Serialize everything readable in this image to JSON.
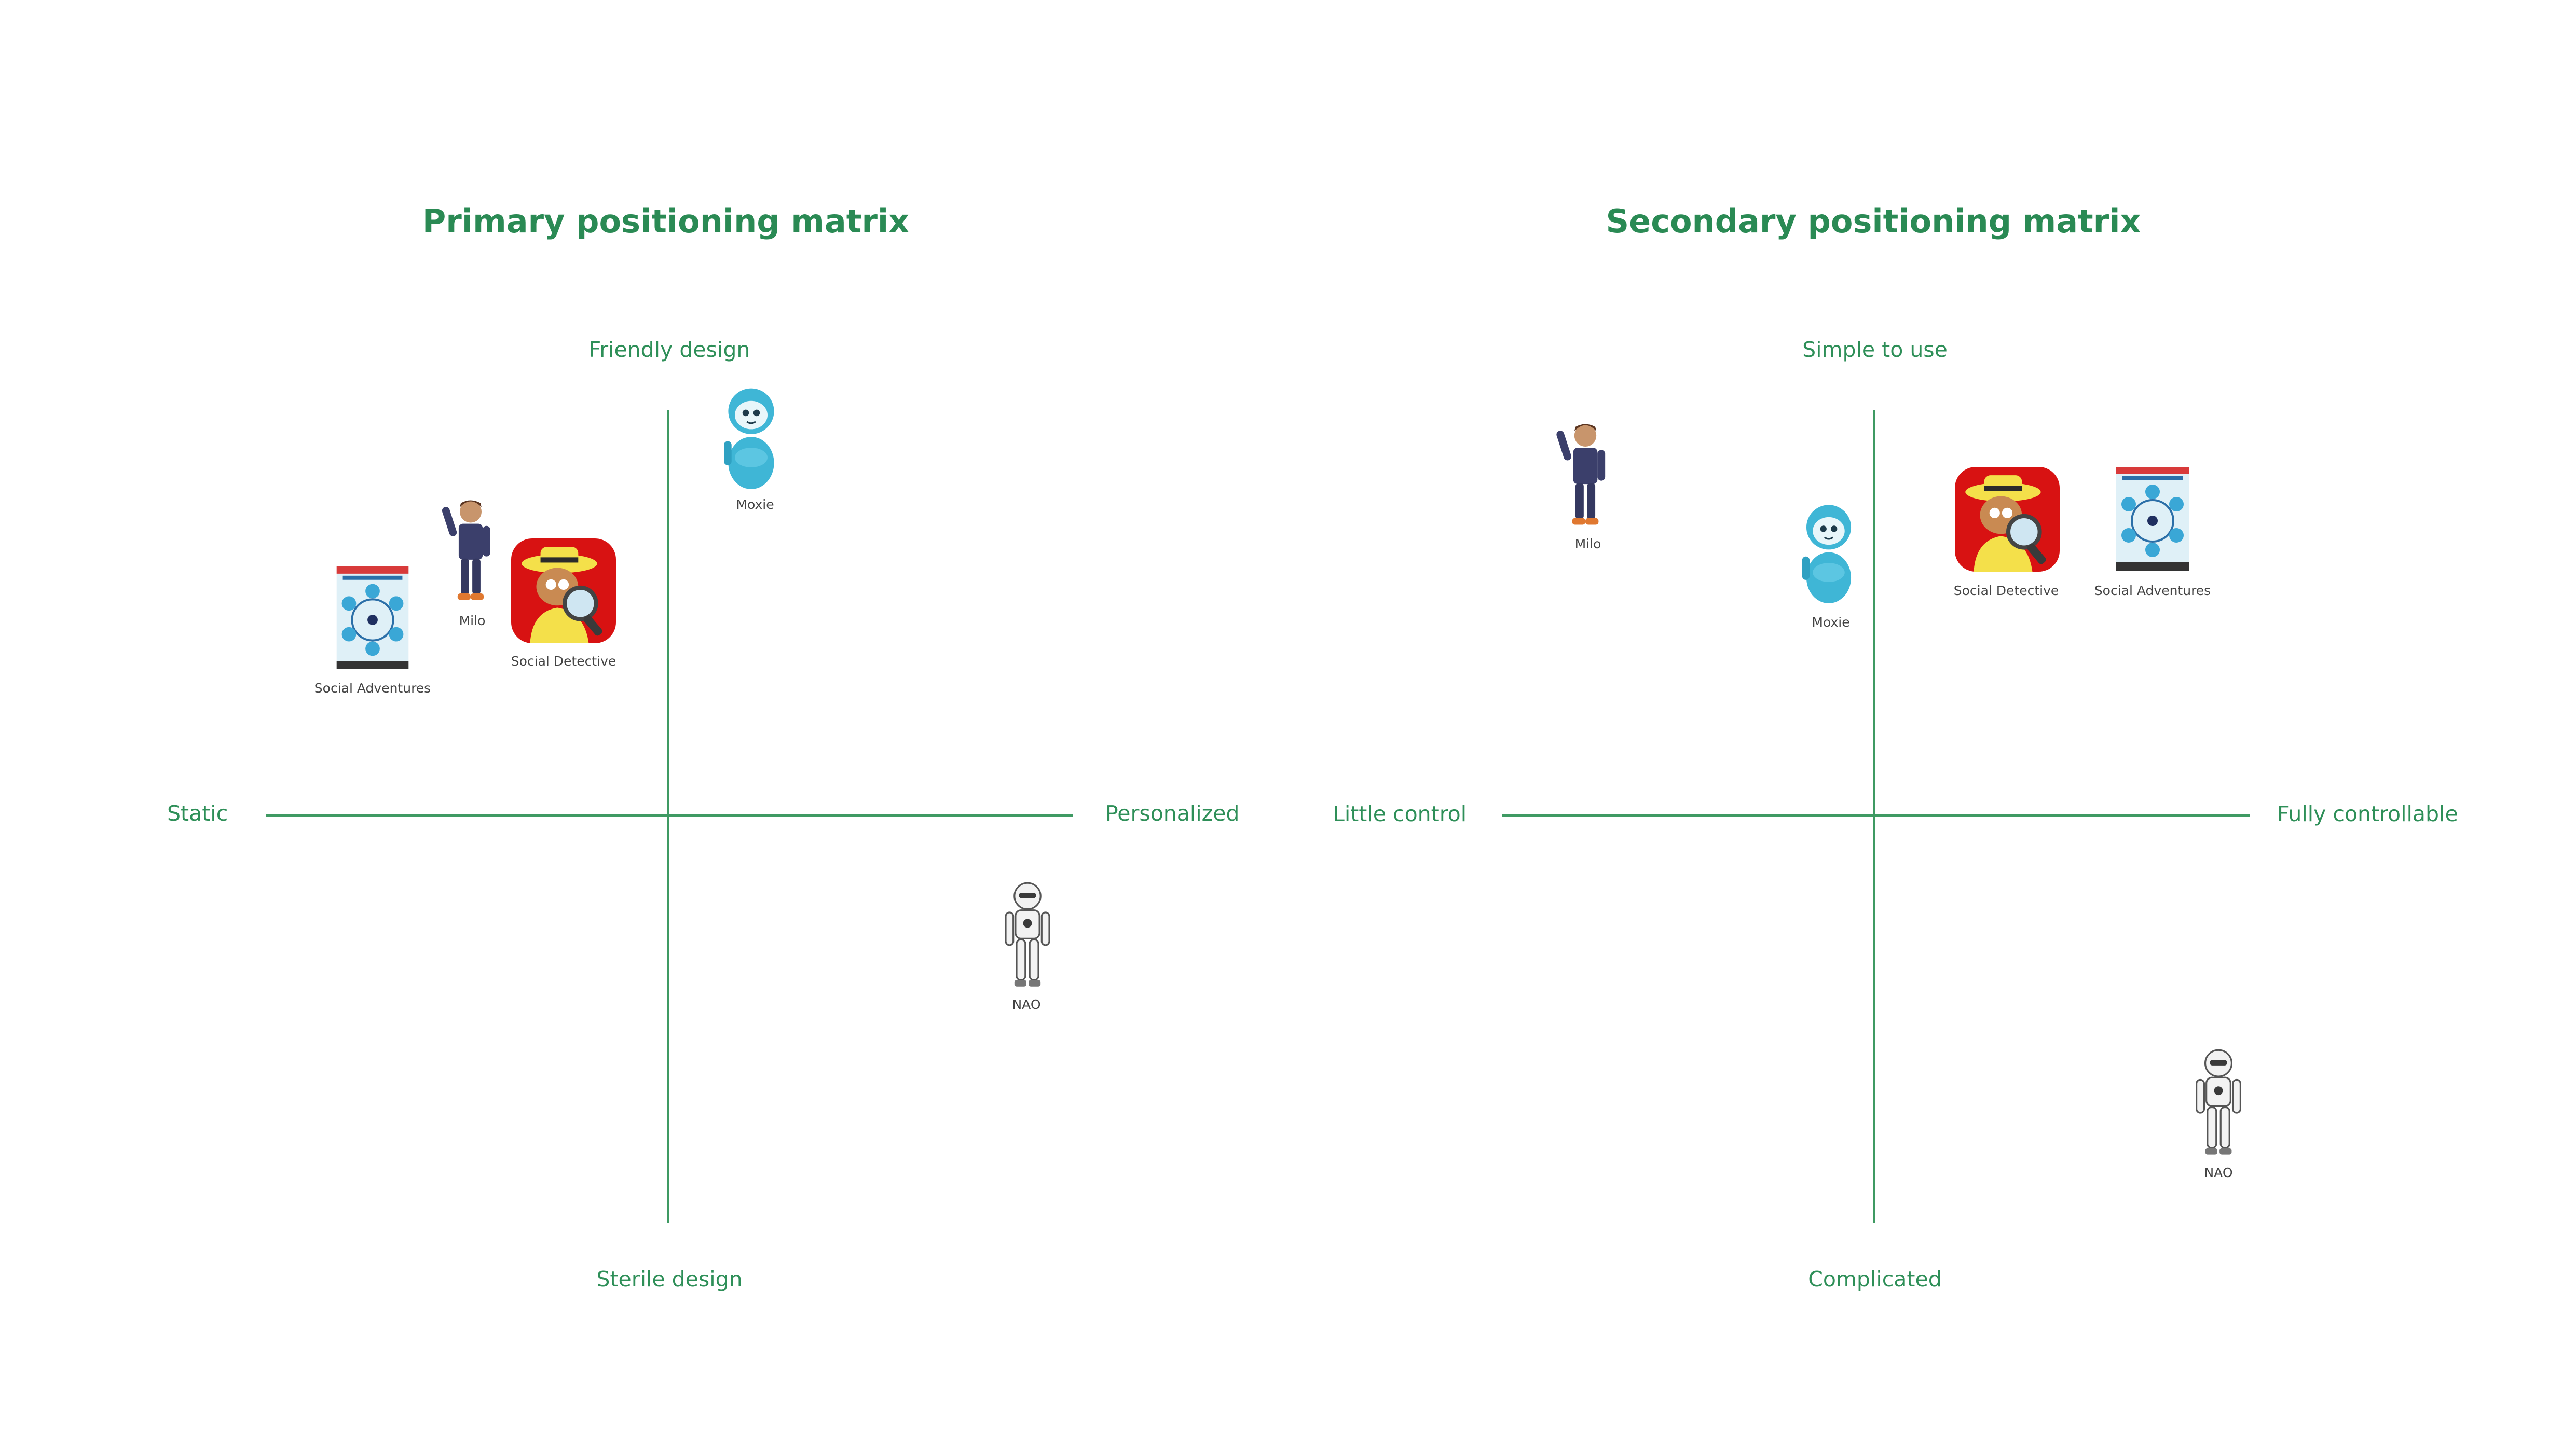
{
  "matrices": [
    {
      "title": "Primary positioning matrix",
      "axes": {
        "top": "Friendly design",
        "bottom": "Sterile design",
        "left": "Static",
        "right": "Personalized"
      },
      "items": [
        {
          "name": "Moxie",
          "icon": "moxie-robot-icon"
        },
        {
          "name": "Milo",
          "icon": "milo-robot-icon"
        },
        {
          "name": "Social Detective",
          "icon": "social-detective-app-icon"
        },
        {
          "name": "Social Adventures",
          "icon": "social-adventures-app-icon"
        },
        {
          "name": "NAO",
          "icon": "nao-robot-icon"
        }
      ]
    },
    {
      "title": "Secondary positioning matrix",
      "axes": {
        "top": "Simple to use",
        "bottom": "Complicated",
        "left": "Little control",
        "right": "Fully controllable"
      },
      "items": [
        {
          "name": "Milo",
          "icon": "milo-robot-icon"
        },
        {
          "name": "Moxie",
          "icon": "moxie-robot-icon"
        },
        {
          "name": "Social Detective",
          "icon": "social-detective-app-icon"
        },
        {
          "name": "Social Adventures",
          "icon": "social-adventures-app-icon"
        },
        {
          "name": "NAO",
          "icon": "nao-robot-icon"
        }
      ]
    }
  ],
  "colors": {
    "accent_green": "#2a8a54",
    "axis_line": "#3f9a63",
    "label_text": "#444444"
  }
}
